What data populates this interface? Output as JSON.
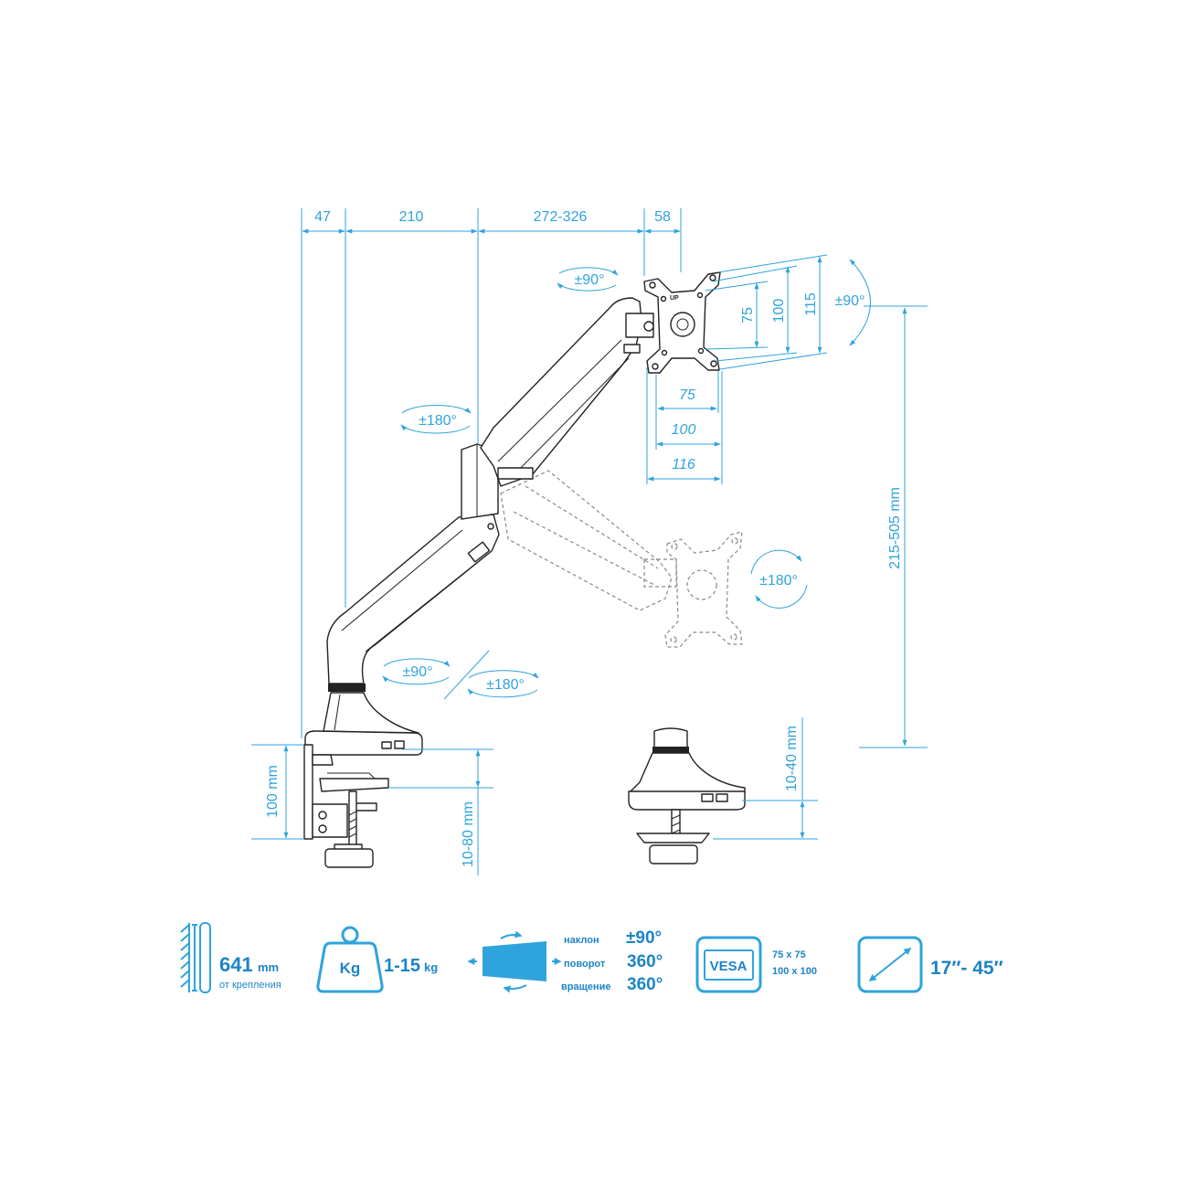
{
  "colors": {
    "accent_blue": "#2fa3dc",
    "text_blue": "#1e84c6",
    "outline": "#222222",
    "ghost": "#8a8a8a"
  },
  "top_dimensions": [
    "47",
    "210",
    "272-326",
    "58"
  ],
  "rotation": {
    "head_swivel": "±90°",
    "elbow_swivel": "±180°",
    "tilt": "±90°",
    "screen_rotation": "±180°",
    "base_swivel": "±90°",
    "arm_swivel": "±180°"
  },
  "vesa_plate": {
    "mark": "UP",
    "vertical": [
      "75",
      "100",
      "115"
    ],
    "horizontal": [
      "75",
      "100",
      "116"
    ]
  },
  "height_range": "215-505 mm",
  "clamp": {
    "height": "100 mm",
    "desk_thickness": "10-80 mm"
  },
  "grommet": {
    "desk_thickness": "10-40 mm"
  },
  "specs": {
    "reach": {
      "icon": "wall-distance-icon",
      "value": "641",
      "unit": "mm",
      "caption": "от крепления"
    },
    "load": {
      "icon": "weight-icon",
      "badge": "Kg",
      "value": "1-15",
      "unit": "kg"
    },
    "motion": {
      "icon": "monitor-rotate-icon",
      "rows": [
        {
          "label": "наклон",
          "value": "±90°"
        },
        {
          "label": "поворот",
          "value": "360°"
        },
        {
          "label": "вращение",
          "value": "360°"
        }
      ]
    },
    "vesa": {
      "icon": "vesa-icon",
      "badge": "VESA",
      "sizes": [
        "75 x 75",
        "100 x 100"
      ]
    },
    "screen": {
      "icon": "diagonal-arrow-icon",
      "value": "17″- 45″"
    }
  }
}
